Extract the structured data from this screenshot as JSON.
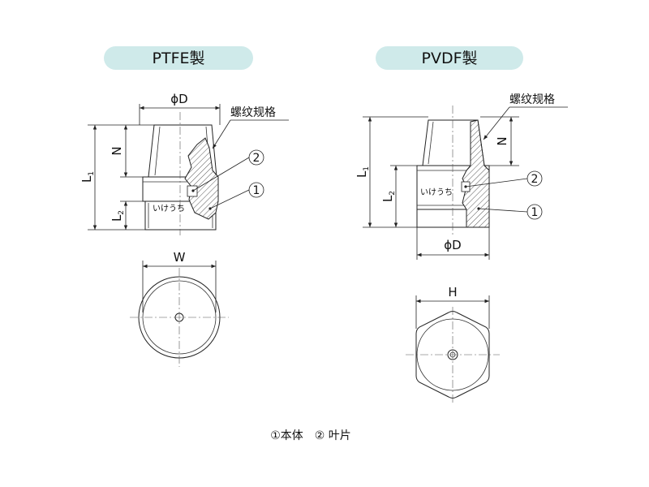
{
  "ptfe": {
    "title": "PTFE製",
    "dim_d": "ϕD",
    "dim_n": "N",
    "dim_l1": "L",
    "dim_l1_sub": "1",
    "dim_l2": "L",
    "dim_l2_sub": "2",
    "dim_w": "W",
    "thread_label": "螺纹规格",
    "marking": "いけうち",
    "callout_1": "1",
    "callout_2": "2"
  },
  "pvdf": {
    "title": "PVDF製",
    "dim_d": "ϕD",
    "dim_n": "N",
    "dim_l1": "L",
    "dim_l1_sub": "1",
    "dim_l2": "L",
    "dim_l2_sub": "2",
    "dim_h": "H",
    "thread_label": "螺纹规格",
    "marking": "いけうち",
    "callout_1": "1",
    "callout_2": "2"
  },
  "legend": "①本体　② 叶片",
  "colors": {
    "pill": "#cfeaea",
    "line": "#222222"
  }
}
